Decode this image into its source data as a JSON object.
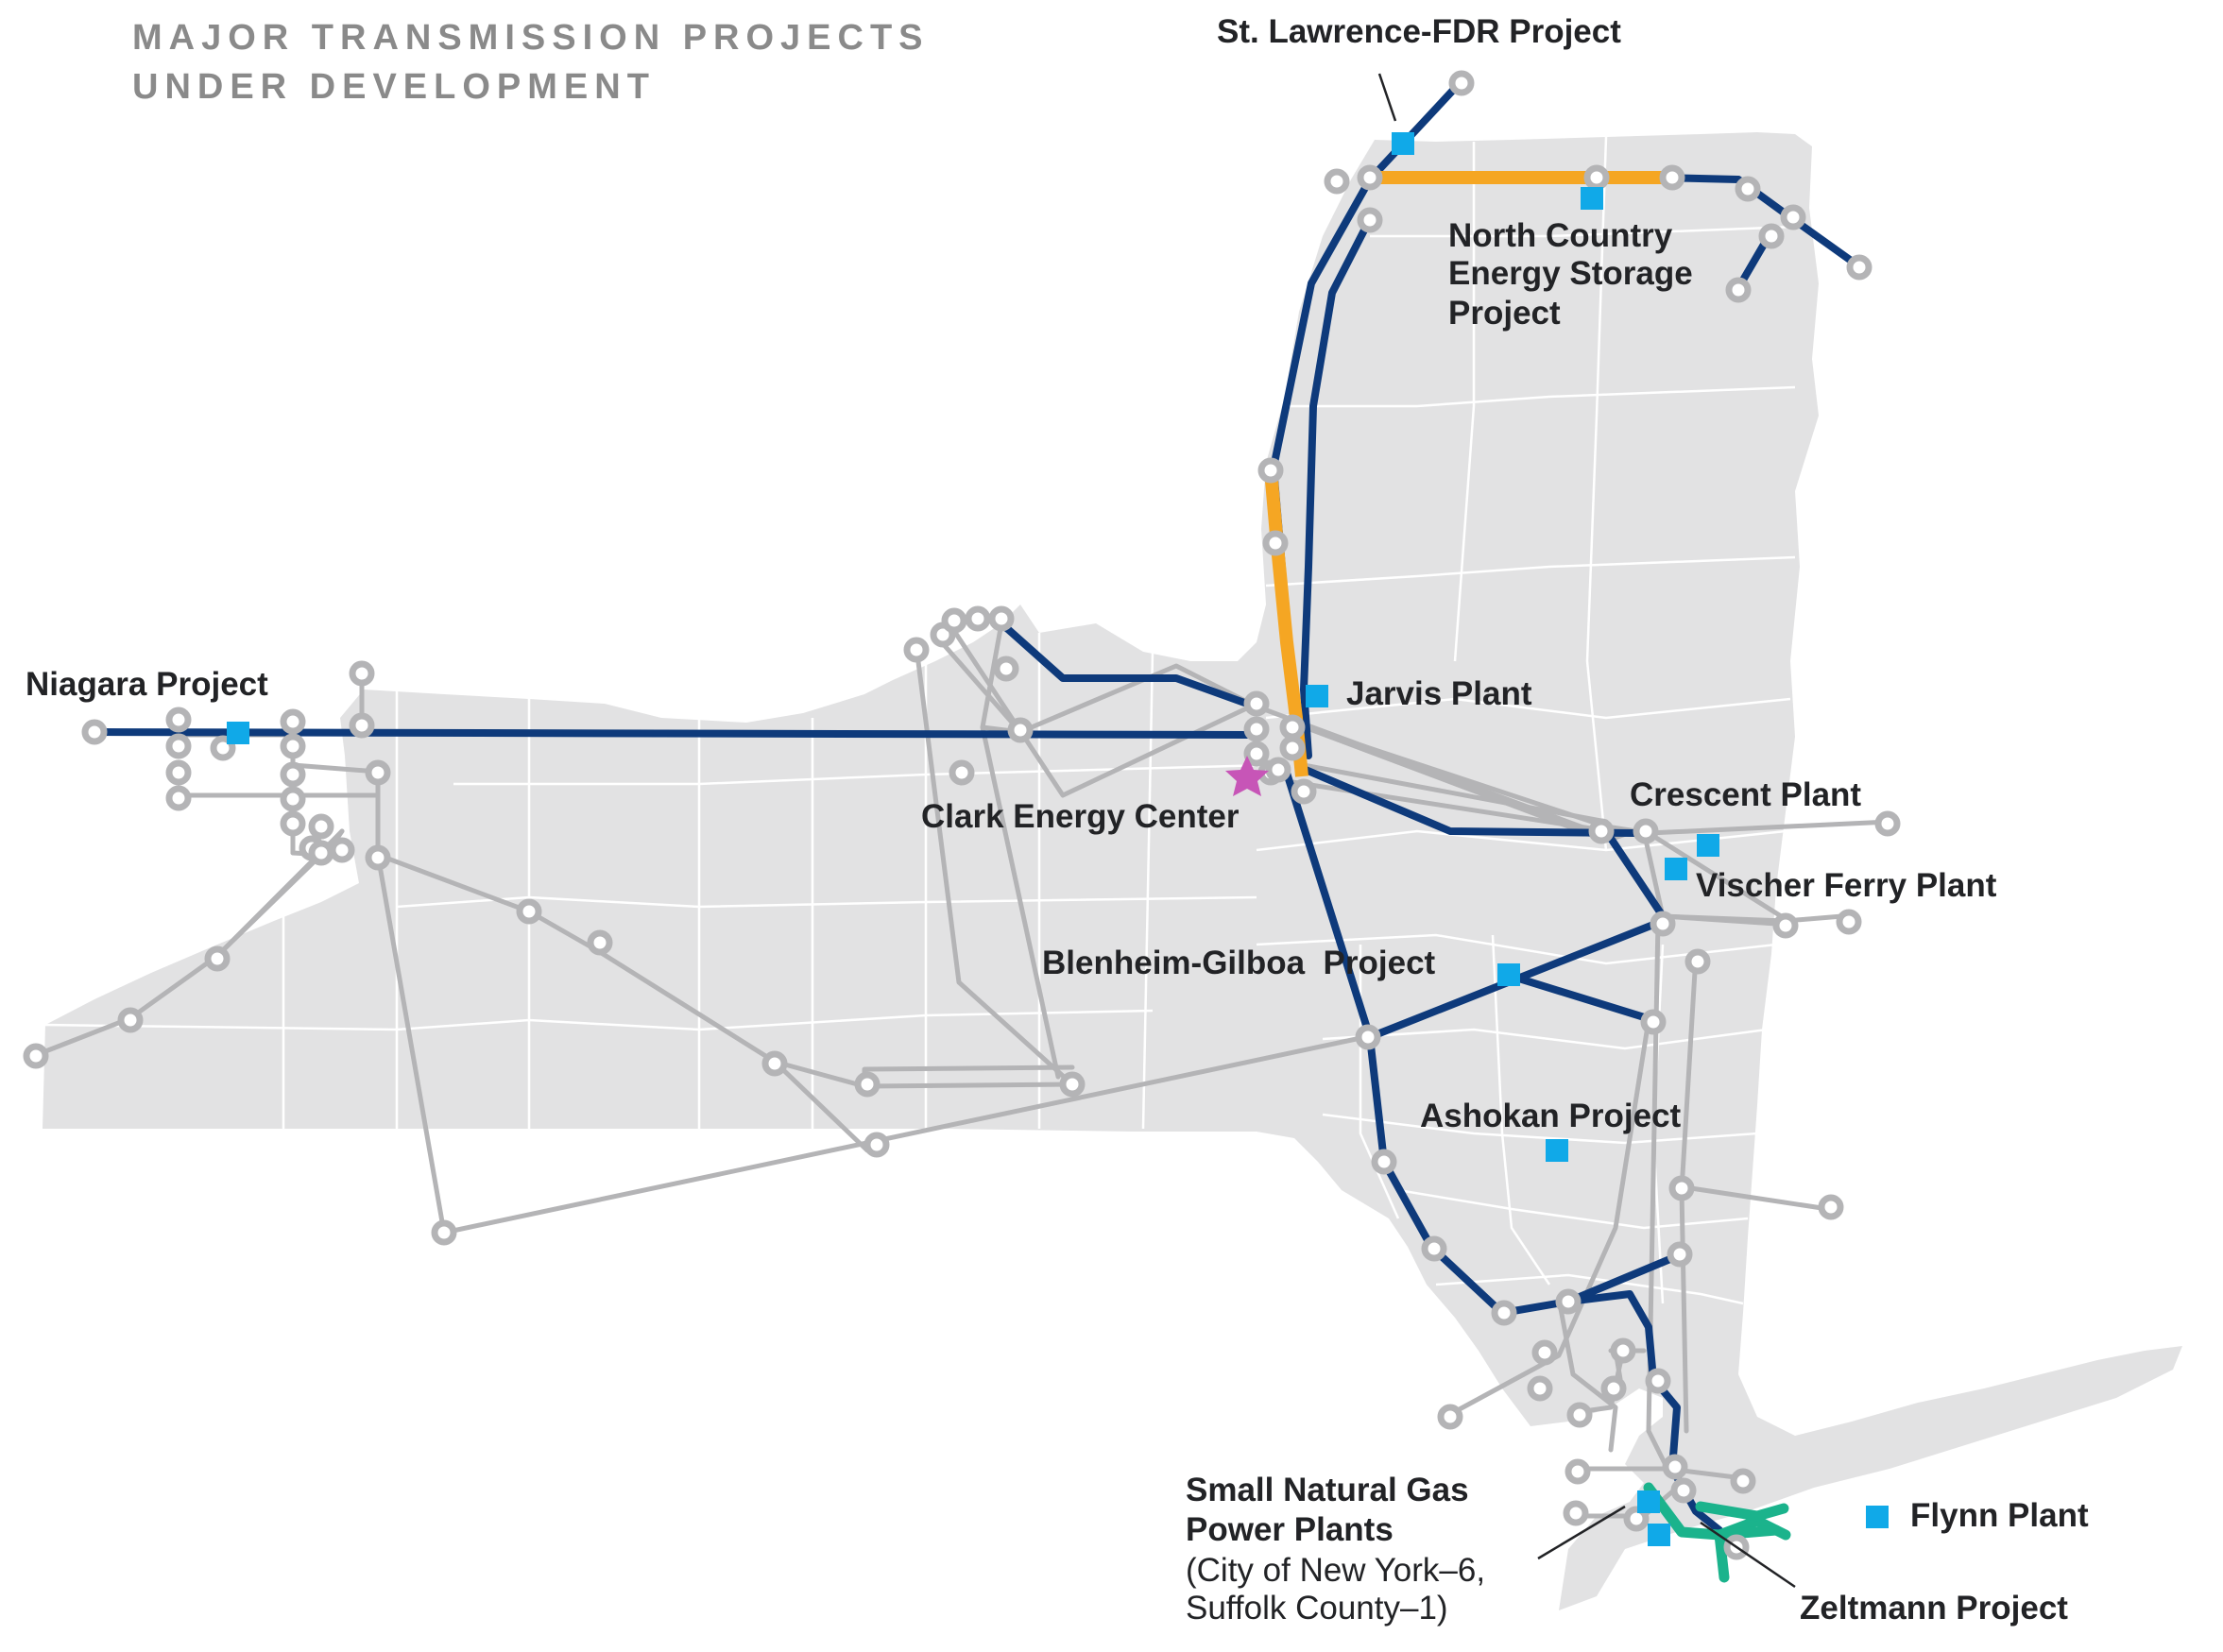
{
  "title": {
    "line1": "MAJOR TRANSMISSION PROJECTS",
    "line2": "UNDER DEVELOPMENT"
  },
  "colors": {
    "land": "#e2e2e3",
    "county_border": "#ffffff",
    "existing_line": "#b4b4b6",
    "project_line": "#0e3a7b",
    "upgrade_line": "#f5a623",
    "nyc_line": "#1bb38c",
    "plant_marker": "#10a9e8",
    "star_marker": "#c755b7",
    "label_text": "#222326",
    "title_text": "#8a8a8a"
  },
  "icons": {
    "plant": "square-marker-icon",
    "substation": "ring-node-icon",
    "clark": "star-marker-icon"
  },
  "labels": {
    "st_lawrence": "St. Lawrence-FDR Project",
    "north_country_1": "North Country",
    "north_country_2": "Energy Storage",
    "north_country_3": "Project",
    "niagara": "Niagara Project",
    "jarvis": "Jarvis Plant",
    "clark": "Clark Energy Center",
    "crescent": "Crescent Plant",
    "vischer": "Vischer Ferry Plant",
    "blenheim": "Blenheim-Gilboa  Project",
    "ashokan": "Ashokan Project",
    "small_gas_1": "Small Natural Gas",
    "small_gas_2": "Power Plants",
    "small_gas_3": "(City of New York–6,",
    "small_gas_4": "Suffolk County–1)",
    "flynn": "Flynn Plant",
    "zeltmann": "Zeltmann Project"
  }
}
